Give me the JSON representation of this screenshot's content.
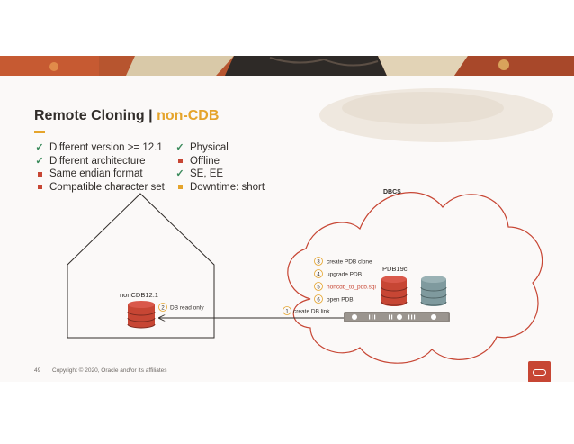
{
  "slide": {
    "title": "Remote Cloning",
    "title_separator": "|",
    "title_highlight": "non-CDB",
    "page_number": "49",
    "copyright": "Copyright © 2020, Oracle and/or its affiliates"
  },
  "left_list": [
    {
      "marker": "check",
      "text": "Different version >= 12.1"
    },
    {
      "marker": "check",
      "text": "Different architecture"
    },
    {
      "marker": "red-square",
      "text": "Same endian format"
    },
    {
      "marker": "red-square",
      "text": "Compatible character set"
    }
  ],
  "right_list": [
    {
      "marker": "check",
      "text": "Physical"
    },
    {
      "marker": "red-square",
      "text": "Offline"
    },
    {
      "marker": "check",
      "text": "SE, EE"
    },
    {
      "marker": "yellow-square",
      "text": "Downtime: short"
    }
  ],
  "diagram": {
    "source_db_label": "nonCDB12.1",
    "cloud_label": "DBCS",
    "target_db_label": "PDB19c",
    "steps": [
      {
        "number": "1",
        "text": "create DB link"
      },
      {
        "number": "2",
        "text": "DB read only"
      },
      {
        "number": "3",
        "text": "create PDB clone"
      },
      {
        "number": "4",
        "text": "upgrade PDB"
      },
      {
        "number": "5",
        "text": "noncdb_to_pdb.sql"
      },
      {
        "number": "6",
        "text": "open PDB"
      }
    ]
  },
  "colors": {
    "oracle_red": "#c74634",
    "accent_yellow": "#e5a42b",
    "check_green": "#3a8a5b",
    "text_dark": "#312d2a",
    "db_grey": "#7f9a9e"
  },
  "icons": [
    "checkmark-icon",
    "database-icon",
    "cloud-icon",
    "house-icon",
    "oracle-logo-icon"
  ]
}
